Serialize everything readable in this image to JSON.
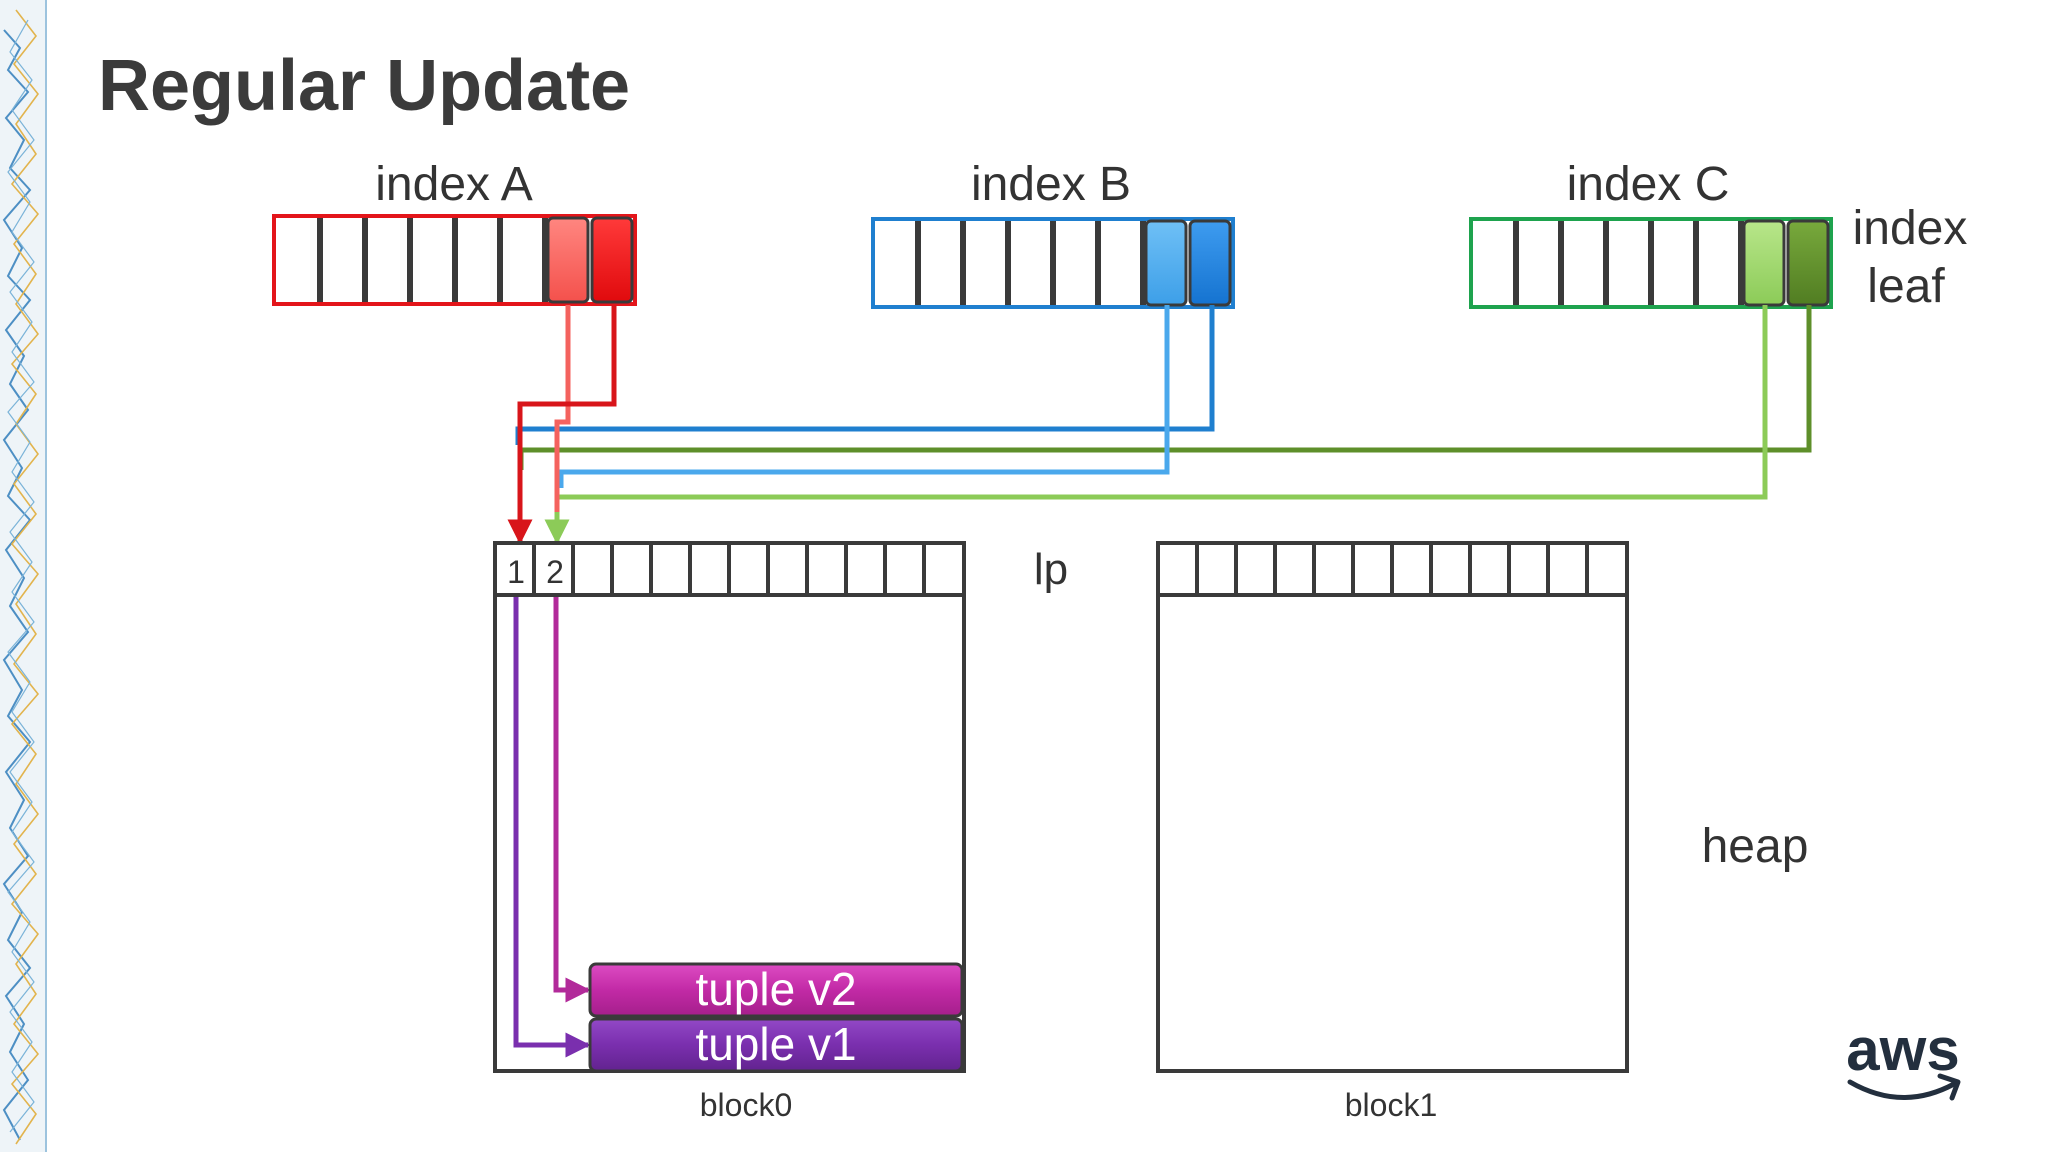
{
  "slide": {
    "title": "Regular Update"
  },
  "indexes": [
    {
      "label": "index A",
      "frame_color": "#e3151a",
      "entry1_color": "#f4625e",
      "entry2_color": "#ec1014"
    },
    {
      "label": "index B",
      "frame_color": "#1f7fcf",
      "entry1_color": "#4aa8ec",
      "entry2_color": "#1b82de"
    },
    {
      "label": "index C",
      "frame_color": "#1ea34e",
      "entry1_color": "#9ed56a",
      "entry2_color": "#5e8f2a"
    }
  ],
  "index_leaf_label": [
    "index",
    "leaf"
  ],
  "lp_label": "lp",
  "heap_label": "heap",
  "blocks": [
    {
      "label": "block0",
      "slots": [
        "1",
        "2"
      ]
    },
    {
      "label": "block1",
      "slots": []
    }
  ],
  "tuples": [
    {
      "label": "tuple v2",
      "color": "#c22aa6"
    },
    {
      "label": "tuple v1",
      "color": "#7a2fae"
    }
  ],
  "logo": {
    "text": "aws",
    "icon": "amazon-smile-arrow-icon"
  },
  "colors": {
    "title": "#3b3b3b",
    "text": "#333333",
    "block_border": "#3a3a3a"
  }
}
